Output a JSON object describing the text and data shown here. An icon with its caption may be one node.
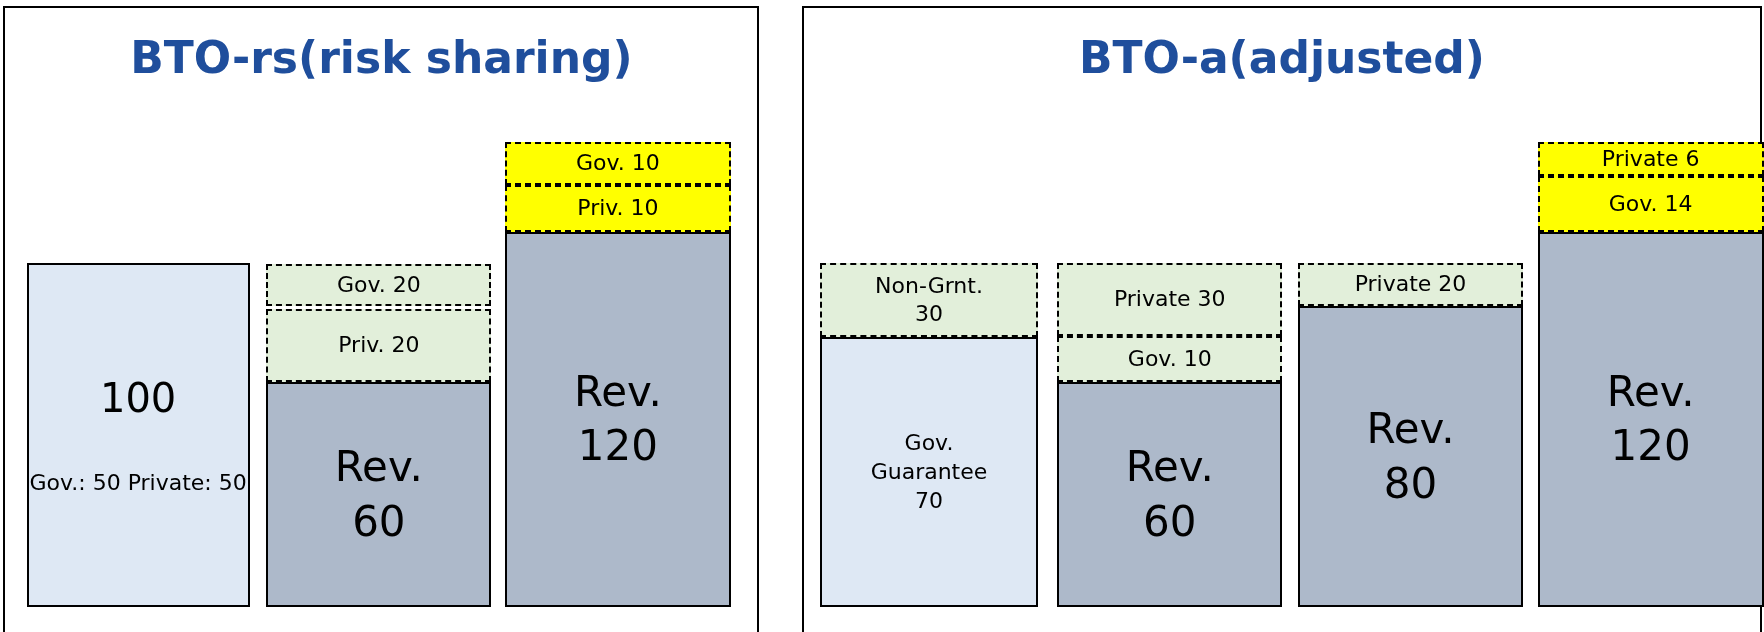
{
  "diagram": {
    "nodes": [
      {
        "text": [
          "BTO-rs(risk sharing)"
        ]
      },
      {
        "text": [
          "100",
          "Gov.: 50 Private: 50"
        ],
        "in": 0
      },
      {
        "text": [
          "Gov. 20"
        ],
        "in": 0
      },
      {
        "text": [
          "Priv. 20"
        ],
        "in": 0
      },
      {
        "text": [
          "Rev. 60"
        ],
        "in": 0
      },
      {
        "text": [
          "Gov. 10"
        ],
        "in": 0
      },
      {
        "text": [
          "Priv. 10"
        ],
        "in": 0
      },
      {
        "text": [
          "Rev. 120"
        ],
        "in": 0
      },
      {
        "text": [
          "BTO-a(adjusted)"
        ]
      },
      {
        "text": [
          "Non-Grnt. 30"
        ],
        "in": 8
      },
      {
        "text": [
          "Gov. Guarantee 70"
        ],
        "in": 8
      },
      {
        "text": [
          "Private 30"
        ],
        "in": 8
      },
      {
        "text": [
          "Gov. 10"
        ],
        "in": 8
      },
      {
        "text": [
          "Rev. 60"
        ],
        "in": 8
      },
      {
        "text": [
          "Private 20"
        ],
        "in": 8
      },
      {
        "text": [
          "Rev. 80"
        ],
        "in": 8
      },
      {
        "text": [
          "Private 6"
        ],
        "in": 8
      },
      {
        "text": [
          "Gov. 14"
        ],
        "in": 8
      },
      {
        "text": [
          "Rev. 120"
        ],
        "in": 8
      }
    ]
  }
}
